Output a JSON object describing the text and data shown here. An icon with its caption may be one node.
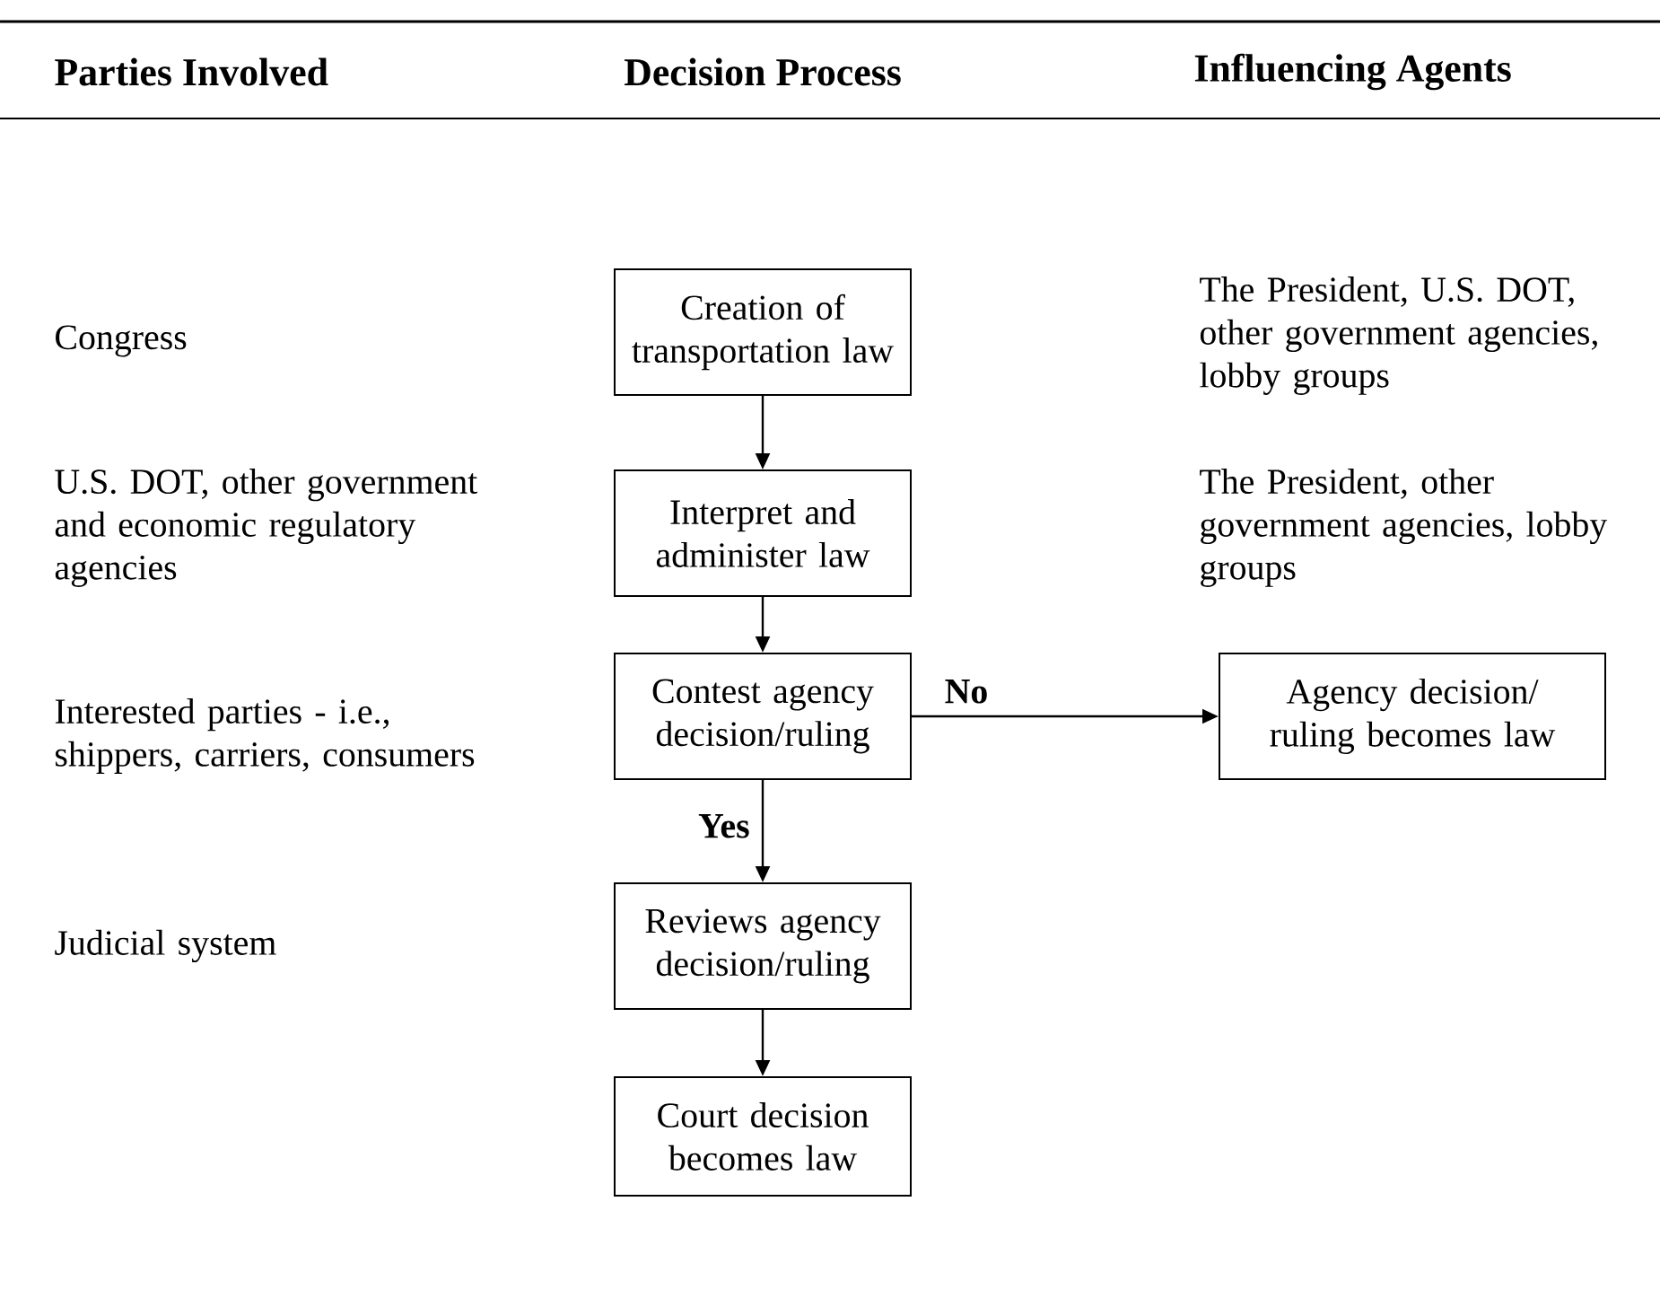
{
  "diagram": {
    "nodes": [
      {
        "text": [
          "Creation of transportation law"
        ]
      },
      {
        "text": [
          "Interpret and administer law"
        ]
      },
      {
        "text": [
          "Contest agency decision/ruling"
        ]
      },
      {
        "text": [
          "Agency decision/ ruling becomes law"
        ]
      },
      {
        "text": [
          "Reviews agency decision/ruling"
        ]
      },
      {
        "text": [
          "Court decision becomes law"
        ]
      }
    ],
    "edges": [
      {
        "from": 0,
        "to": 1,
        "arrow": "to"
      },
      {
        "from": 1,
        "to": 2,
        "arrow": "to"
      },
      {
        "from": 2,
        "to": 3,
        "arrow": "to",
        "label": "No"
      },
      {
        "from": 2,
        "to": 4,
        "arrow": "to",
        "label": "Yes"
      },
      {
        "from": 4,
        "to": 5,
        "arrow": "to"
      }
    ],
    "labels": [
      "Parties Involved",
      "Decision Process",
      "Influencing Agents",
      "Congress",
      "The President, U.S. DOT, other government agencies, lobby groups",
      "U.S. DOT, other government and economic regulatory agencies",
      "The President, other government agencies, lobby groups",
      "Interested parties - i.e., shippers, carriers, consumers",
      "Judicial system"
    ]
  }
}
